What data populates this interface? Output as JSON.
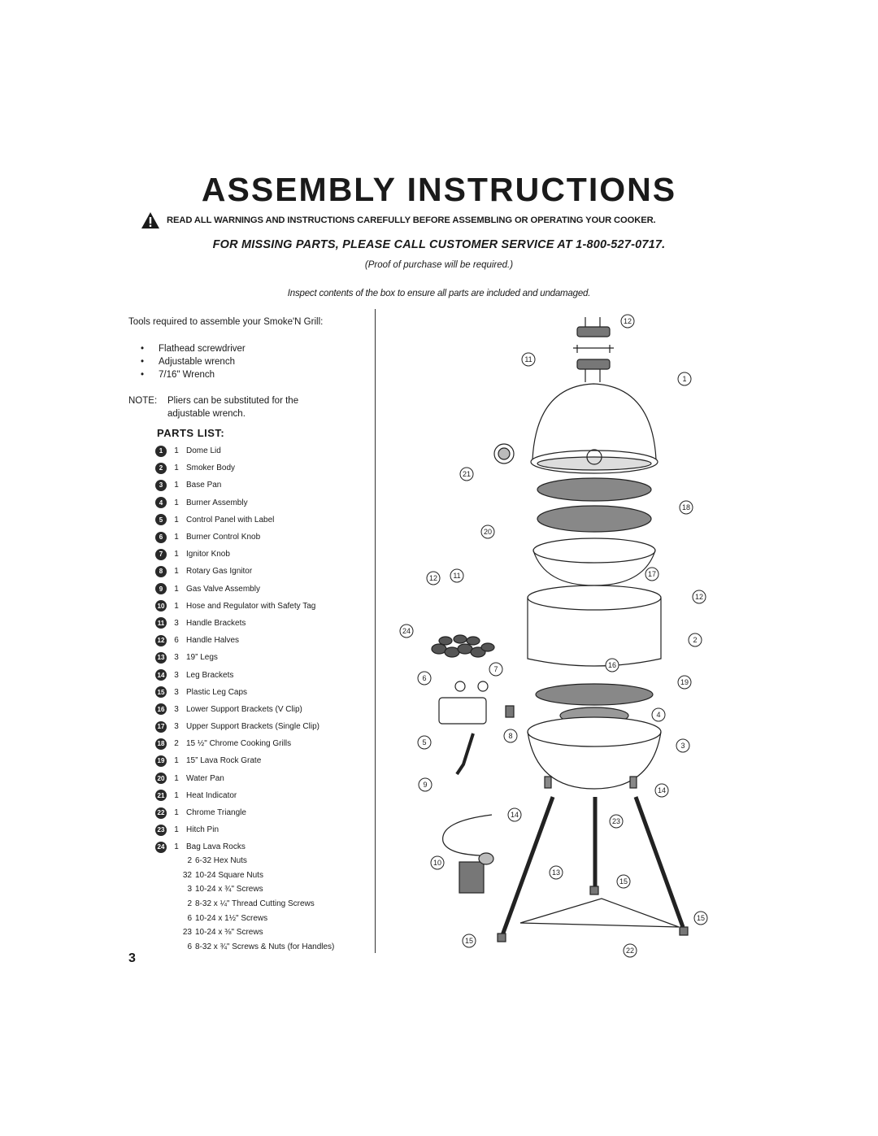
{
  "title": "ASSEMBLY INSTRUCTIONS",
  "warning": "READ ALL WARNINGS AND INSTRUCTIONS CAREFULLY BEFORE ASSEMBLING OR OPERATING YOUR COOKER.",
  "missing_parts": "FOR MISSING PARTS, PLEASE CALL CUSTOMER SERVICE AT 1-800-527-0717.",
  "proof": "(Proof of purchase will be required.)",
  "inspect": "Inspect contents of the box to ensure all parts are included and undamaged.",
  "tools": {
    "intro": "Tools required to assemble your Smoke'N Grill:",
    "items": [
      "Flathead screwdriver",
      "Adjustable wrench",
      "7/16\" Wrench"
    ],
    "note_label": "NOTE:",
    "note_text": "Pliers can be substituted for the adjustable wrench."
  },
  "parts_title": "PARTS LIST:",
  "parts": [
    {
      "num": "1",
      "qty": "1",
      "name": "Dome Lid"
    },
    {
      "num": "2",
      "qty": "1",
      "name": "Smoker Body"
    },
    {
      "num": "3",
      "qty": "1",
      "name": "Base Pan"
    },
    {
      "num": "4",
      "qty": "1",
      "name": "Burner Assembly"
    },
    {
      "num": "5",
      "qty": "1",
      "name": "Control Panel with Label"
    },
    {
      "num": "6",
      "qty": "1",
      "name": "Burner Control Knob"
    },
    {
      "num": "7",
      "qty": "1",
      "name": "Ignitor Knob"
    },
    {
      "num": "8",
      "qty": "1",
      "name": "Rotary Gas Ignitor"
    },
    {
      "num": "9",
      "qty": "1",
      "name": "Gas Valve Assembly"
    },
    {
      "num": "10",
      "qty": "1",
      "name": "Hose and Regulator with Safety Tag"
    },
    {
      "num": "11",
      "qty": "3",
      "name": "Handle Brackets"
    },
    {
      "num": "12",
      "qty": "6",
      "name": "Handle Halves"
    },
    {
      "num": "13",
      "qty": "3",
      "name": "19” Legs"
    },
    {
      "num": "14",
      "qty": "3",
      "name": "Leg Brackets"
    },
    {
      "num": "15",
      "qty": "3",
      "name": "Plastic Leg Caps"
    },
    {
      "num": "16",
      "qty": "3",
      "name": "Lower Support Brackets (V Clip)"
    },
    {
      "num": "17",
      "qty": "3",
      "name": "Upper Support Brackets (Single Clip)"
    },
    {
      "num": "18",
      "qty": "2",
      "name": "15 ½\" Chrome Cooking Grills"
    },
    {
      "num": "19",
      "qty": "1",
      "name": "15” Lava Rock Grate"
    },
    {
      "num": "20",
      "qty": "1",
      "name": "Water Pan"
    },
    {
      "num": "21",
      "qty": "1",
      "name": "Heat Indicator"
    },
    {
      "num": "22",
      "qty": "1",
      "name": "Chrome Triangle"
    },
    {
      "num": "23",
      "qty": "1",
      "name": "Hitch Pin"
    },
    {
      "num": "24",
      "qty": "1",
      "name": "Bag Lava Rocks"
    }
  ],
  "hardware": [
    {
      "qty": "2",
      "name": "6-32 Hex Nuts"
    },
    {
      "qty": "32",
      "name": "10-24 Square Nuts"
    },
    {
      "qty": "3",
      "name": "10-24 x ¾\" Screws"
    },
    {
      "qty": "2",
      "name": "8-32 x ¼\" Thread Cutting Screws"
    },
    {
      "qty": "6",
      "name": "10-24 x 1½\" Screws"
    },
    {
      "qty": "23",
      "name": "10-24 x ⅜\" Screws"
    },
    {
      "qty": "6",
      "name": "8-32 x ¾\" Screws & Nuts (for Handles)"
    }
  ],
  "page_number": "3",
  "callouts": [
    "12",
    "11",
    "1",
    "21",
    "18",
    "20",
    "12",
    "11",
    "17",
    "12",
    "24",
    "2",
    "16",
    "7",
    "6",
    "19",
    "4",
    "8",
    "5",
    "3",
    "9",
    "14",
    "14",
    "23",
    "10",
    "13",
    "15",
    "15",
    "15",
    "22"
  ]
}
